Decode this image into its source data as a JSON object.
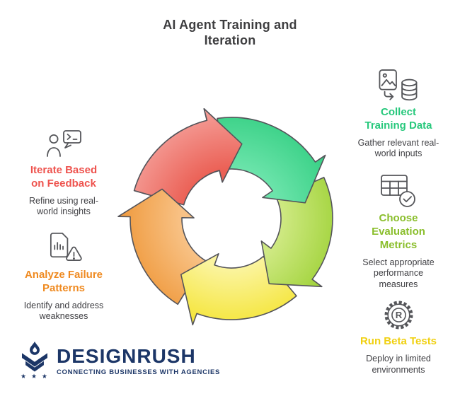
{
  "page": {
    "title": "AI Agent Training and\nIteration"
  },
  "steps": {
    "collect": {
      "title": "Collect\nTraining Data",
      "desc": "Gather relevant real-\nworld inputs",
      "color": "#27c87c",
      "icon": "image-to-database-icon"
    },
    "metrics": {
      "title": "Choose\nEvaluation\nMetrics",
      "desc": "Select appropriate\nperformance\nmeasures",
      "color": "#8abe2c",
      "icon": "table-check-icon"
    },
    "beta": {
      "title": "Run Beta Tests",
      "desc": "Deploy in limited\nenvironments",
      "color": "#f0d010",
      "icon": "gear-registered-icon",
      "gear_letter": "R"
    },
    "iterate": {
      "title": "Iterate Based\non Feedback",
      "desc": "Refine using real-\nworld insights",
      "color": "#ee534e",
      "icon": "person-terminal-feedback-icon"
    },
    "analyze": {
      "title": "Analyze Failure\nPatterns",
      "desc": "Identify and address\nweaknesses",
      "color": "#ef8a20",
      "icon": "report-warning-icon"
    }
  },
  "logo": {
    "name": "DESIGNRUSH",
    "tagline": "CONNECTING BUSINESSES WITH AGENCIES",
    "stars": "★ ★ ★",
    "color": "#1c3667",
    "mark": "torch-flame-icon"
  },
  "chart_data": {
    "type": "cycle",
    "title": "AI Agent Training and Iteration",
    "direction": "clockwise",
    "legend_position": "around",
    "center": [
      167,
      167
    ],
    "outer_radius": 143,
    "inner_radius": 70,
    "head_extend": 17,
    "stroke": "#54545a",
    "stroke_width": 1.6,
    "arrows": [
      {
        "name": "red",
        "label": "Iterate Based on Feedback",
        "tail": 286,
        "base": 346,
        "tip": 8,
        "color_inner": "#eb6156",
        "color_outer": "#f5a09a"
      },
      {
        "name": "orange",
        "label": "Analyze Failure Patterns",
        "tail": 212,
        "base": 271,
        "tip": 293,
        "color_inner": "#f8c286",
        "color_outer": "#ef993c"
      },
      {
        "name": "yellow",
        "label": "Run Beta Tests",
        "tail": 140,
        "base": 200,
        "tip": 222,
        "color_inner": "#fbf49f",
        "color_outer": "#f4e433"
      },
      {
        "name": "olive",
        "label": "Choose Evaluation Metrics",
        "tail": 66,
        "base": 127,
        "tip": 150,
        "color_inner": "#cfe983",
        "color_outer": "#9fd238"
      },
      {
        "name": "green",
        "label": "Collect Training Data",
        "tail": 352,
        "base": 56,
        "tip": 78,
        "color_inner": "#6ce4ab",
        "color_outer": "#35cf83"
      }
    ],
    "overlay": {
      "name": "red",
      "from": 322
    }
  }
}
